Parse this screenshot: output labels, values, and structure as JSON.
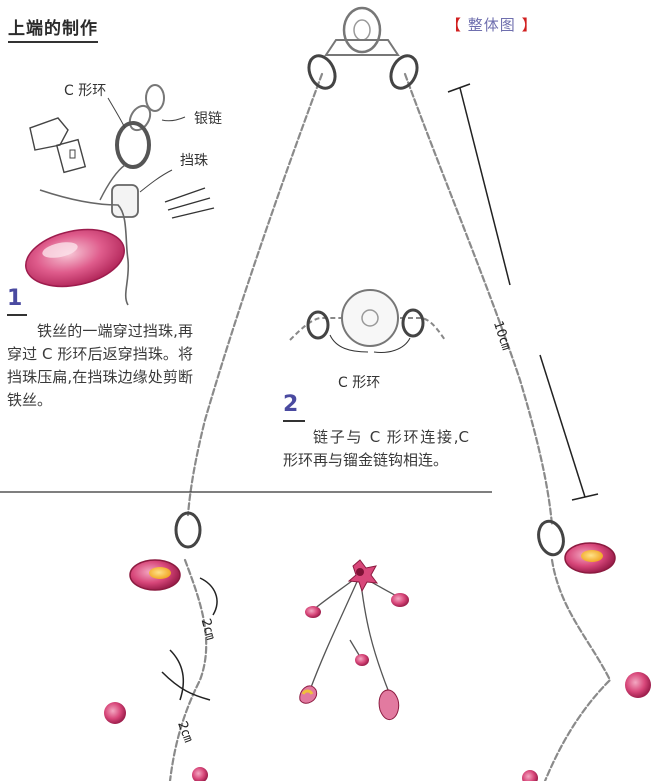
{
  "header": {
    "title": "上端的制作",
    "overview_bracket_left": "【",
    "overview_label": "整体图",
    "overview_bracket_right": "】"
  },
  "step1": {
    "number": "1",
    "labels": {
      "c_ring": "C 形环",
      "silver_chain": "银链",
      "crimp_bead": "挡珠"
    },
    "text": "铁丝的一端穿过挡珠,再穿过 C 形环后返穿挡珠。将挡珠压扁,在挡珠边缘处剪断铁丝。"
  },
  "step2": {
    "number": "2",
    "labels": {
      "c_ring": "C 形环"
    },
    "text": "链子与 C 形环连接,C 形环再与镏金链钩相连。"
  },
  "dimensions": {
    "top_length": "10㎝",
    "segment_1": "2㎝",
    "segment_2": "2㎝"
  },
  "colors": {
    "bead_pink": "#d8477a",
    "bead_yellow": "#f0c23a",
    "chain_grey": "#8a8a8a",
    "accent_blue": "#4a4aa0"
  }
}
